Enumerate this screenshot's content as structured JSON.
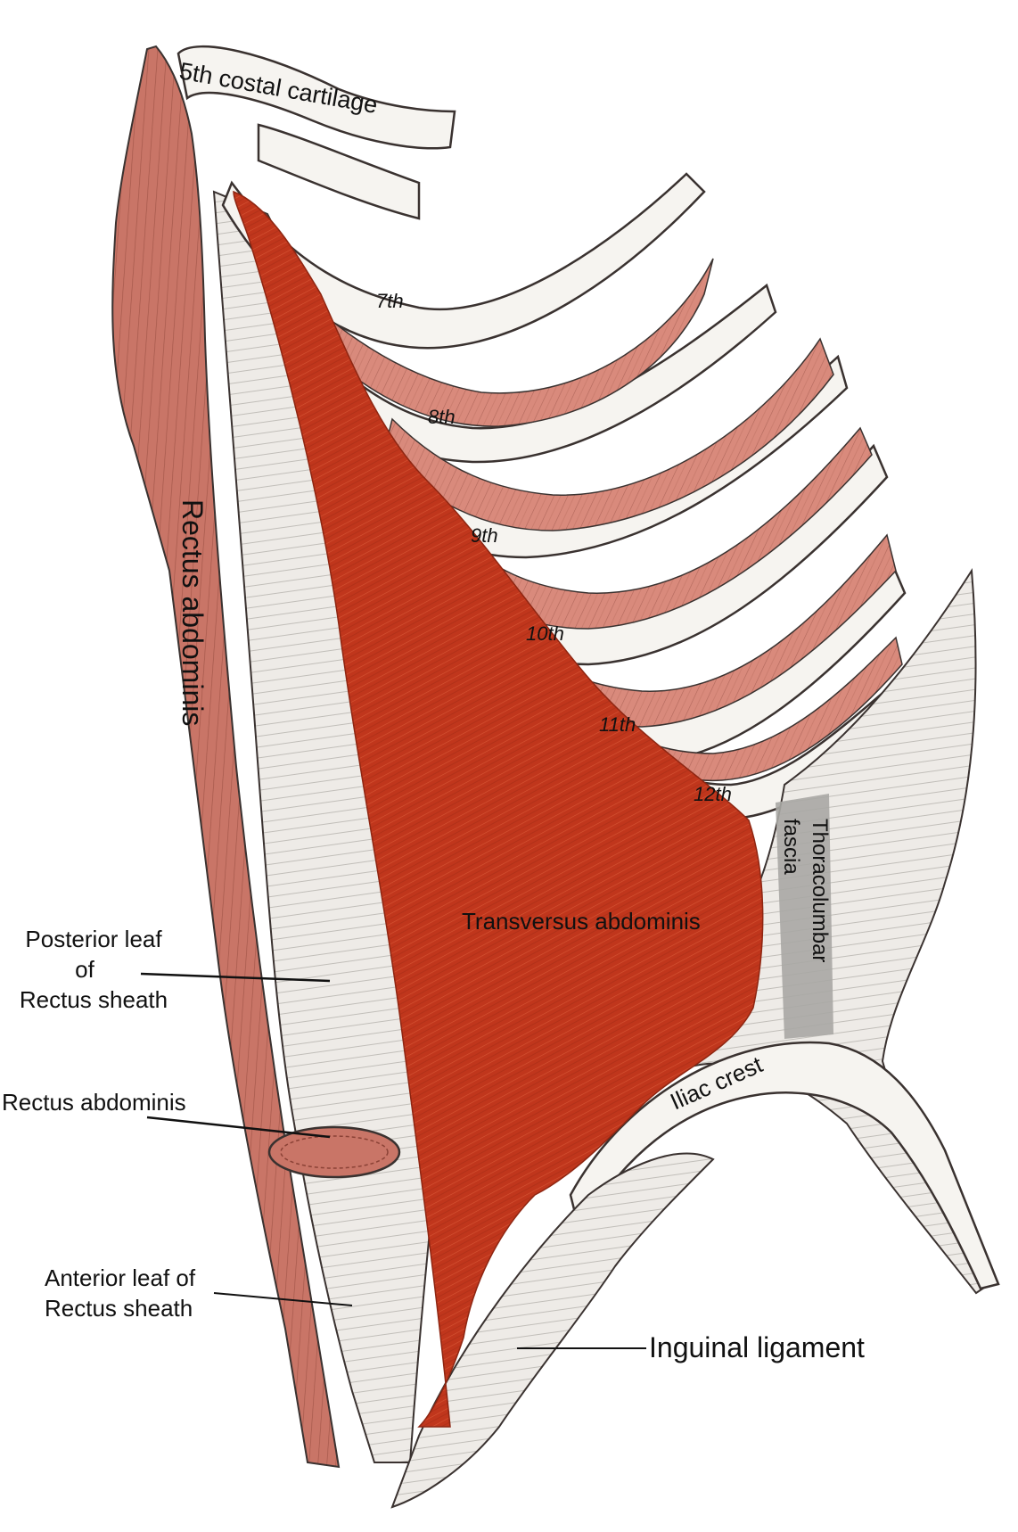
{
  "labels": {
    "costal_cartilage": "5th costal cartilage",
    "rib_7": "7th",
    "rib_8": "8th",
    "rib_9": "9th",
    "rib_10": "10th",
    "rib_11": "11th",
    "rib_12": "12th",
    "rectus_abdominis_vertical": "Rectus abdominis",
    "transversus_abdominis": "Transversus abdominis",
    "thoracolumbar_line1": "Thoracolumbar",
    "thoracolumbar_line2": "fascia",
    "posterior_leaf_line1": "Posterior leaf",
    "posterior_leaf_line2": "of",
    "posterior_leaf_line3": "Rectus sheath",
    "rectus_abdominis_section": "Rectus abdominis",
    "anterior_leaf_line1": "Anterior leaf of",
    "anterior_leaf_line2": "Rectus sheath",
    "iliac_crest": "Iliac crest",
    "inguinal_ligament": "Inguinal ligament"
  },
  "colors": {
    "transversus": "#c0361c",
    "muscle": "#d98a7c",
    "rectus": "#c97567",
    "fascia": "#e9e6e2",
    "bone": "#f6f4f0",
    "outline": "#3a3230",
    "thoracolumbar_fascia": "#a9a7a4"
  }
}
